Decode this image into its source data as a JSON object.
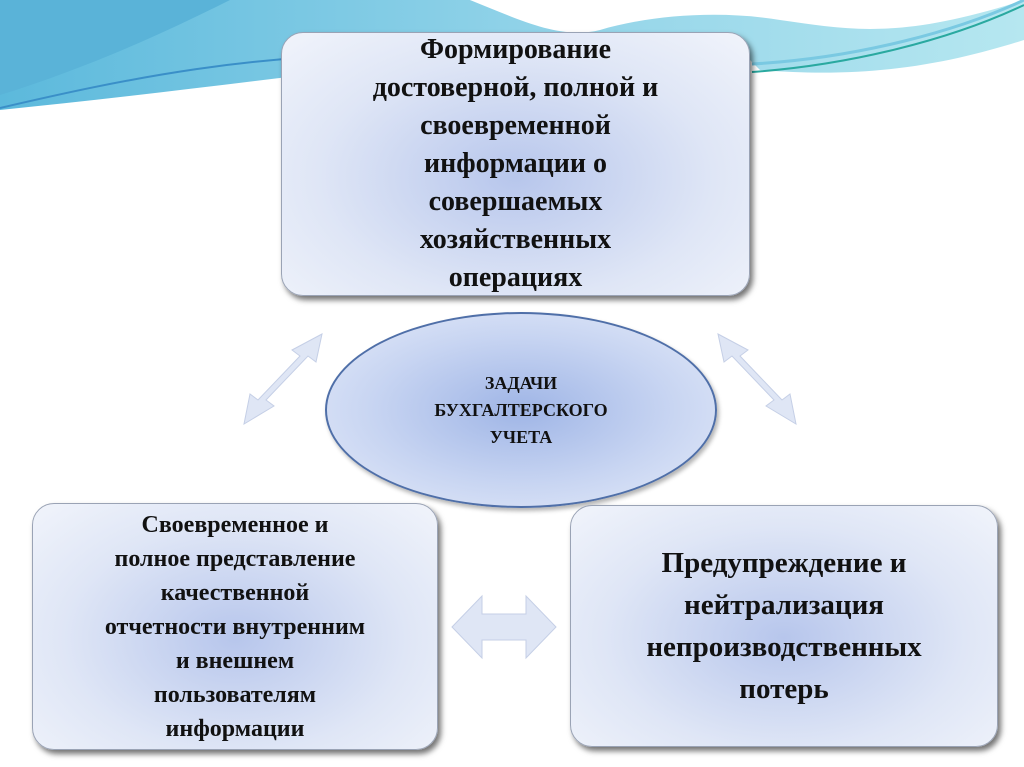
{
  "top_box": {
    "lines": [
      "Формирование",
      "достоверной, полной и",
      "своевременной",
      "информации о",
      "совершаемых",
      "хозяйственных",
      "операциях"
    ]
  },
  "center": {
    "lines": [
      "ЗАДАЧИ",
      "БУХГАЛТЕРСКОГО",
      "УЧЕТА"
    ]
  },
  "bottom_left_box": {
    "lines": [
      "Своевременное и",
      "полное представление",
      "качественной",
      "отчетности внутренним",
      "и внешнем",
      "пользователям",
      "информации"
    ]
  },
  "bottom_right_box": {
    "lines": [
      "Предупреждение и",
      "нейтрализация",
      "непроизводственных",
      "потерь"
    ]
  },
  "colors": {
    "wave_light": "#a6e0ec",
    "wave_dark": "#5ab3d8",
    "box_fill": "#c6d2f0",
    "ellipse_border": "#4f6fa8"
  }
}
